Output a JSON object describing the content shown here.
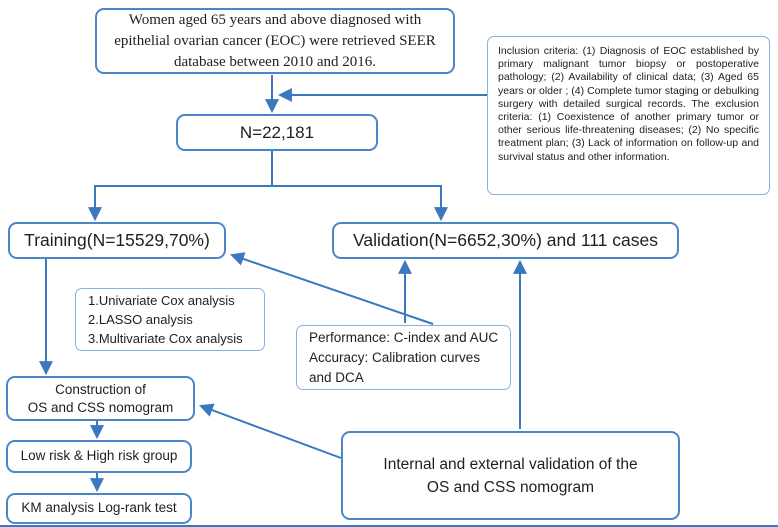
{
  "colors": {
    "border_dark": "#4a86c8",
    "border_light": "#85b2e2",
    "arrow": "#3c78bf",
    "text": "#1f1f1f"
  },
  "nodes": {
    "source": {
      "lines": [
        "Women aged 65 years and above diagnosed with",
        "epithelial ovarian cancer (EOC) were retrieved SEER",
        "database between 2010 and 2016."
      ]
    },
    "criteria": {
      "text": "Inclusion criteria: (1) Diagnosis of EOC established by primary malignant tumor biopsy or postoperative pathology; (2) Availability of clinical data; (3) Aged 65 years or older ; (4) Complete tumor staging or debulking surgery with detailed surgical records. The exclusion criteria: (1) Coexistence of another primary tumor or other serious life-threatening diseases; (2) No specific treatment plan; (3) Lack of information on follow-up and survival status and other information."
    },
    "cohort": {
      "label": "N=22,181"
    },
    "training": {
      "label": "Training(N=15529,70%)"
    },
    "validation": {
      "label": "Validation(N=6652,30%) and 111 cases"
    },
    "cox_steps": {
      "lines": [
        "1.Univariate Cox analysis",
        "2.LASSO analysis",
        "3.Multivariate Cox analysis"
      ]
    },
    "performance": {
      "lines": [
        "Performance: C-index and AUC",
        "Accuracy: Calibration curves",
        "and DCA"
      ]
    },
    "construction": {
      "lines": [
        "Construction of",
        "OS and CSS nomogram"
      ]
    },
    "risk_group": {
      "label": "Low risk & High risk group"
    },
    "km": {
      "label": "KM analysis Log-rank test"
    },
    "internal_validation": {
      "lines": [
        "Internal and external validation of the",
        "OS and CSS nomogram"
      ]
    }
  }
}
